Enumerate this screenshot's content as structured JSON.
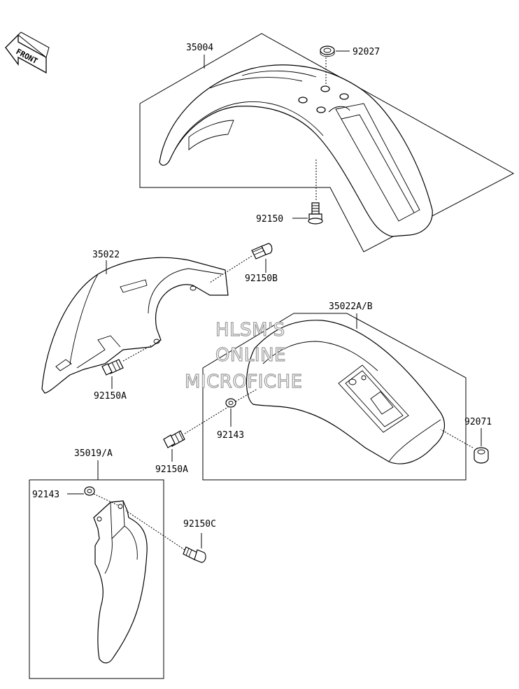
{
  "front_arrow": {
    "text": "FRONT"
  },
  "labels": {
    "p35004": "35004",
    "p92027": "92027",
    "p92150": "92150",
    "p35022": "35022",
    "p92150B": "92150B",
    "p35022AB": "35022A/B",
    "p92150A_1": "92150A",
    "p92143_1": "92143",
    "p92150A_2": "92150A",
    "p92071": "92071",
    "p35019A": "35019/A",
    "p92143_2": "92143",
    "p92150C": "92150C"
  },
  "watermark": {
    "line1": "HLSM'S",
    "line2": "ONLINE",
    "line3": "MICROFICHE"
  }
}
